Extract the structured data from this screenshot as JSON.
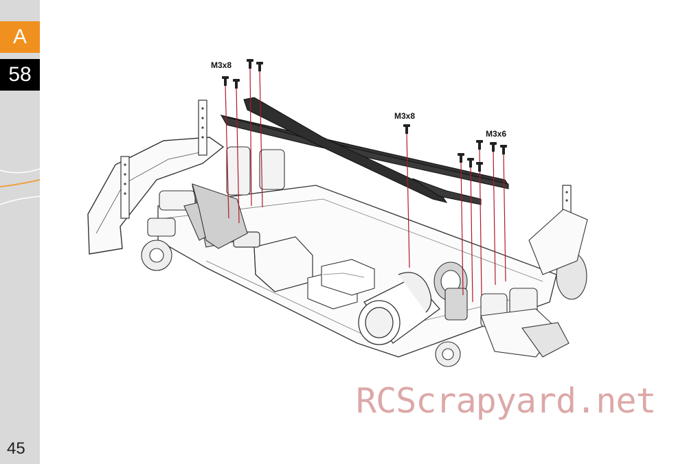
{
  "sidebar": {
    "section_letter": "A",
    "step_number": "58",
    "page_number": "45"
  },
  "callouts": {
    "left_screws": "M3x8",
    "center_screw": "M3x8",
    "right_screws": "M3x6"
  },
  "watermark": "RCScrapyard.net",
  "colors": {
    "sidebar_bg": "#d9d9d9",
    "section_tab": "#f0901e",
    "step_tab": "#000000",
    "guide_line": "#b0182a",
    "watermark": "#d89a9a"
  }
}
